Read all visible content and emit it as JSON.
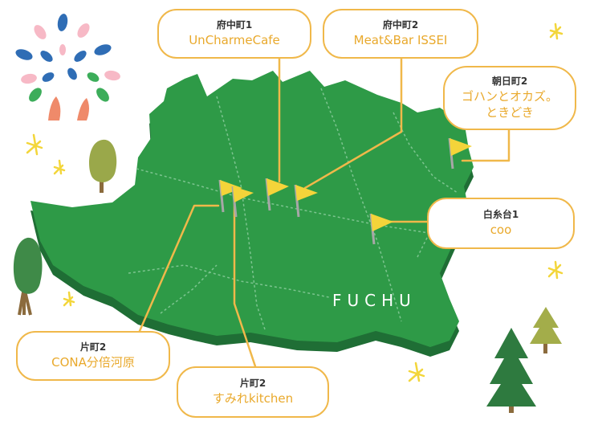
{
  "map": {
    "city_name": "FUCHU",
    "colors": {
      "land": "#2e9a47",
      "land_shadow": "#1f6e35",
      "road": "#7cc48f",
      "flag": "#f4d43a",
      "pole": "#a7a7a7",
      "leader": "#f0b84a",
      "label_text": "#e9a92c",
      "area_text": "#333333"
    }
  },
  "shops": [
    {
      "area": "府中町1",
      "name": "UnCharmeCafe"
    },
    {
      "area": "府中町2",
      "name": "Meat&Bar ISSEI"
    },
    {
      "area": "朝日町2",
      "name": "ゴハンとオカズ。\nときどき"
    },
    {
      "area": "白糸台1",
      "name": "coo"
    },
    {
      "area": "片町2",
      "name": "CONA分倍河原"
    },
    {
      "area": "片町2",
      "name": "すみれkitchen"
    }
  ],
  "decorations": {
    "icons": [
      "firework-icon",
      "tree-icon",
      "pine-tree-icon",
      "sparkle-icon"
    ]
  }
}
